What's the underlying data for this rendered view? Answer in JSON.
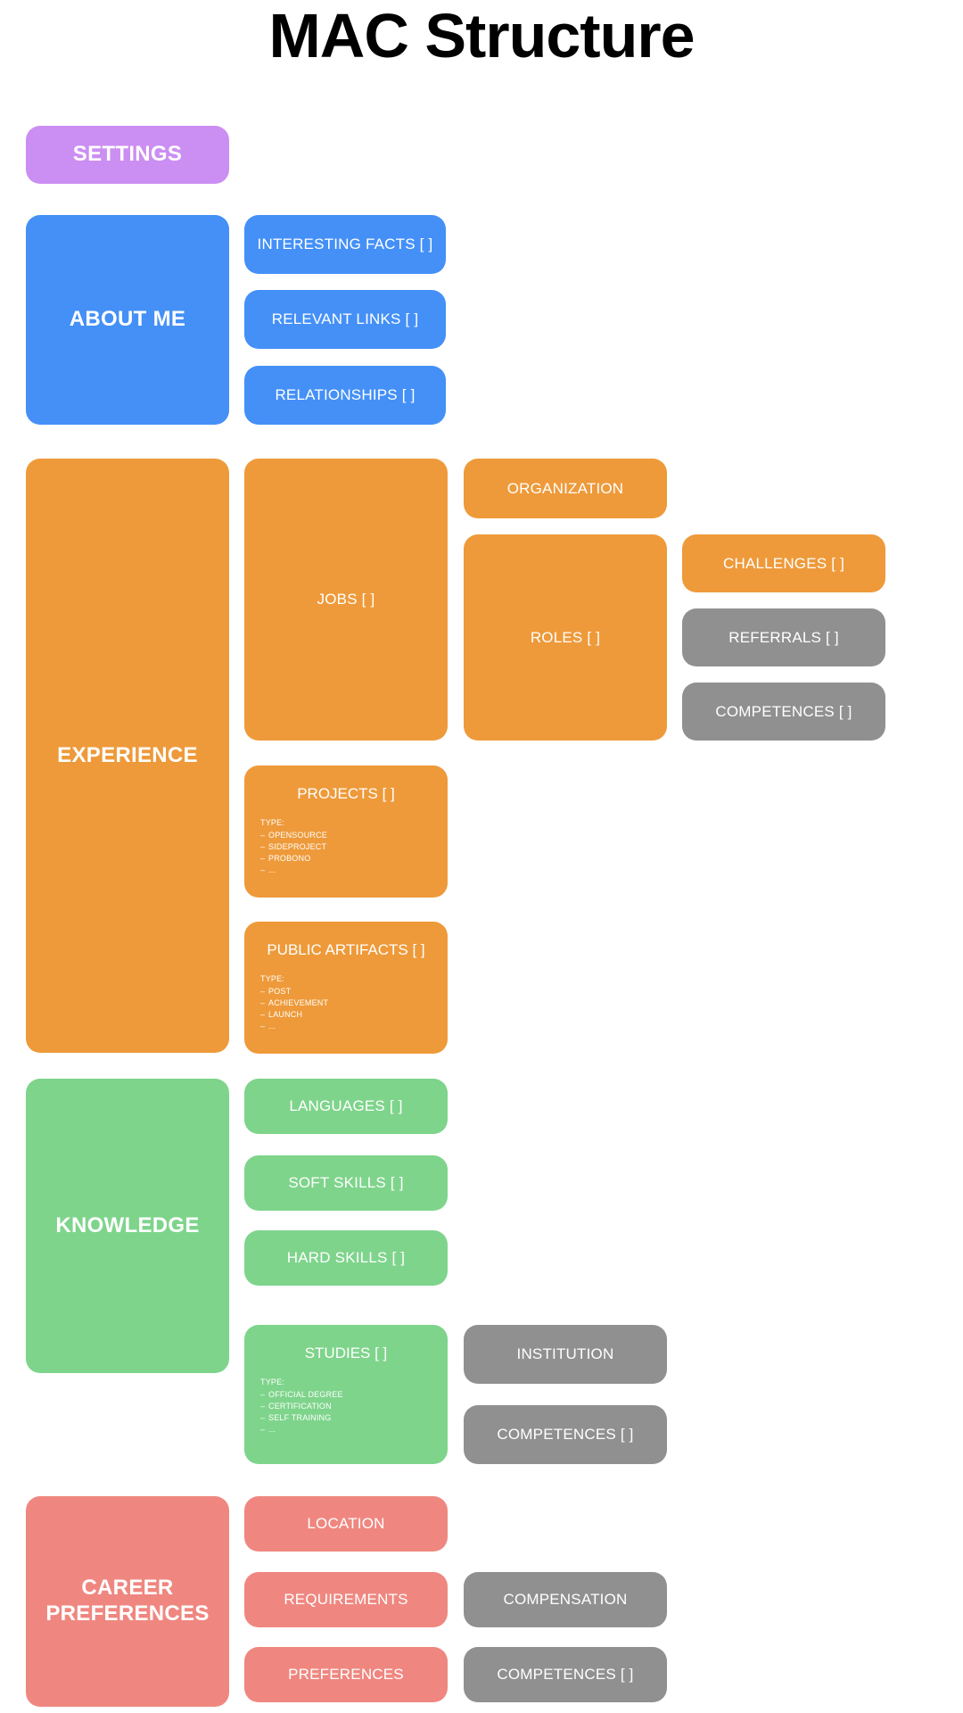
{
  "title": "MAC Structure",
  "palette": {
    "settings_purple": "#cb8ef2",
    "about_blue": "#4490f7",
    "experience_orange": "#ee9a3a",
    "knowledge_green": "#7ed48b",
    "career_red": "#ef8780",
    "neutral_gray": "#909090",
    "text_white": "#ffffff",
    "title_black": "#000000",
    "background": "#ffffff"
  },
  "type_heading": "TYPE:",
  "nodes": {
    "settings": {
      "label": "SETTINGS"
    },
    "about_me": {
      "label": "ABOUT ME"
    },
    "interesting_facts": {
      "label": "INTERESTING FACTS [ ]"
    },
    "relevant_links": {
      "label": "RELEVANT LINKS [ ]"
    },
    "relationships": {
      "label": "RELATIONSHIPS [ ]"
    },
    "experience": {
      "label": "EXPERIENCE"
    },
    "jobs": {
      "label": "JOBS [ ]"
    },
    "organization": {
      "label": "ORGANIZATION"
    },
    "roles": {
      "label": "ROLES [ ]"
    },
    "challenges": {
      "label": "CHALLENGES [ ]"
    },
    "referrals": {
      "label": "REFERRALS [ ]"
    },
    "experience_competences": {
      "label": "COMPETENCES [ ]"
    },
    "projects": {
      "label": "PROJECTS [ ]",
      "types": [
        "OPENSOURCE",
        "SIDEPROJECT",
        "PROBONO",
        "..."
      ]
    },
    "public_artifacts": {
      "label": "PUBLIC ARTIFACTS [ ]",
      "types": [
        "POST",
        "ACHIEVEMENT",
        "LAUNCH",
        "..."
      ]
    },
    "knowledge": {
      "label": "KNOWLEDGE"
    },
    "languages": {
      "label": "LANGUAGES [ ]"
    },
    "soft_skills": {
      "label": "SOFT SKILLS [ ]"
    },
    "hard_skills": {
      "label": "HARD SKILLS [ ]"
    },
    "studies": {
      "label": "STUDIES [ ]",
      "types": [
        "OFFICIAL DEGREE",
        "CERTIFICATION",
        "SELF TRAINING",
        "..."
      ]
    },
    "institution": {
      "label": "INSTITUTION"
    },
    "studies_competences": {
      "label": "COMPETENCES [ ]"
    },
    "career_preferences": {
      "label": "CAREER\nPREFERENCES"
    },
    "location": {
      "label": "LOCATION"
    },
    "requirements": {
      "label": "REQUIREMENTS"
    },
    "preferences": {
      "label": "PREFERENCES"
    },
    "compensation": {
      "label": "COMPENSATION"
    },
    "career_competences": {
      "label": "COMPETENCES [ ]"
    }
  }
}
